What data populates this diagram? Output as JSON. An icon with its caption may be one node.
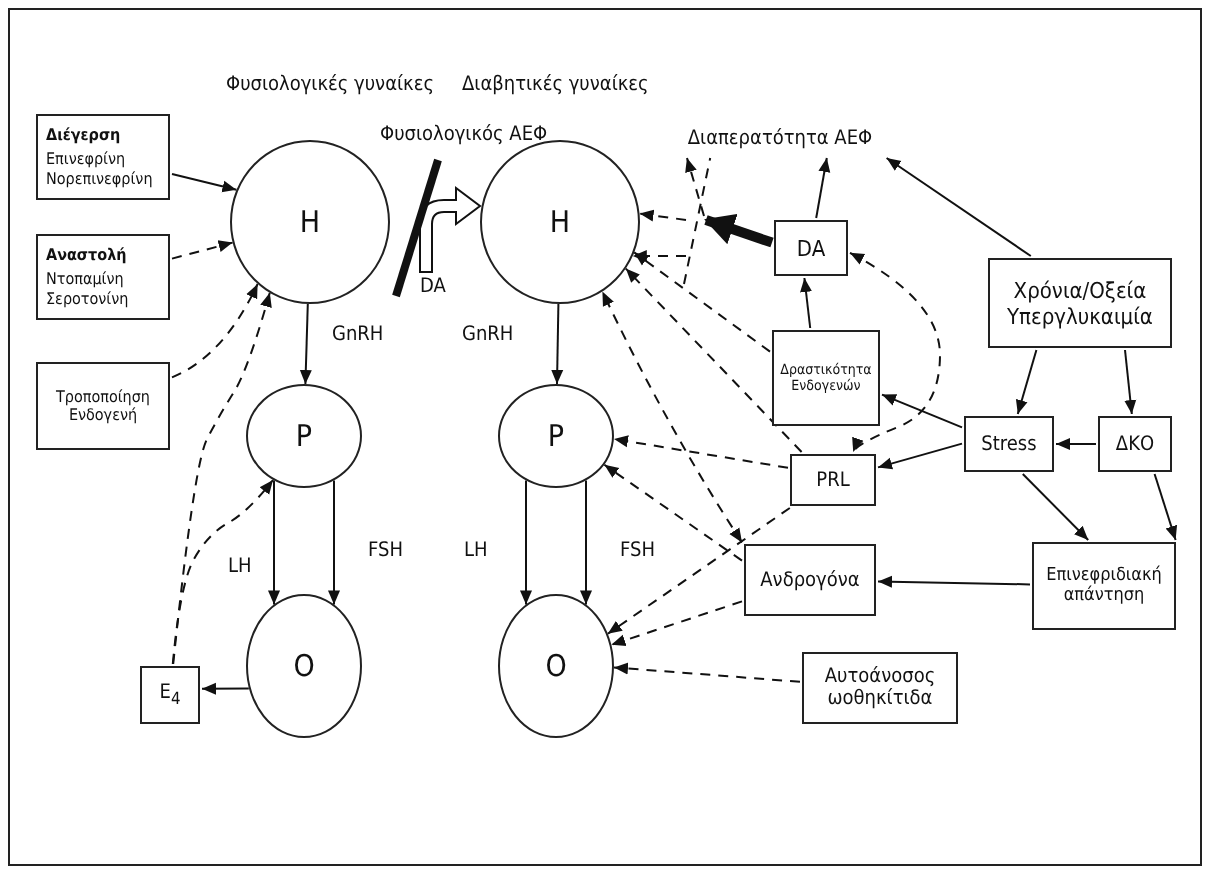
{
  "diagram": {
    "nodes": [
      {
        "text": [
          "Διέγερση",
          "Επινεφρίνη Νορεπινεφρίνη"
        ]
      },
      {
        "text": [
          "Αναστολή",
          "Ντοπαμίνη Σεροτονίνη"
        ]
      },
      {
        "text": [
          "Τροποποίηση Ενδογενή"
        ]
      },
      {
        "text": [
          "H"
        ]
      },
      {
        "text": [
          "P"
        ]
      },
      {
        "text": [
          "O"
        ]
      },
      {
        "text": [
          "E$_{4}$"
        ]
      },
      {
        "text": [
          "H"
        ]
      },
      {
        "text": [
          "P"
        ]
      },
      {
        "text": [
          "O"
        ]
      },
      {
        "text": [
          "DA"
        ]
      },
      {
        "text": [
          "Δραστικότητα Ενδογενών"
        ]
      },
      {
        "text": [
          "PRL"
        ]
      },
      {
        "text": [
          "Χρόνια/Οξεία Υπεργλυκαιμία"
        ]
      },
      {
        "text": [
          "Stress"
        ]
      },
      {
        "text": [
          "ΔΚΟ"
        ]
      },
      {
        "text": [
          "Ανδρογόνα"
        ]
      },
      {
        "text": [
          "Επινεφριδιακή απάντηση"
        ]
      },
      {
        "text": [
          "Αυτοάνοσος ωοθηκίτιδα"
        ]
      },
      {
        "text": [
          "Διαπερατότητα ΑΕΦ"
        ]
      }
    ],
    "edges": [
      {
        "from": 0,
        "to": 3,
        "arrow": "to"
      },
      {
        "from": 1,
        "to": 3,
        "arrow": "to",
        "style": "dashed"
      },
      {
        "from": 2,
        "to": 3,
        "arrow": "to",
        "style": "dashed"
      },
      {
        "from": 6,
        "to": 3,
        "arrow": "to",
        "style": "dashed"
      },
      {
        "from": 6,
        "to": 4,
        "arrow": "to",
        "style": "dashed"
      },
      {
        "from": 5,
        "to": 6,
        "arrow": "to"
      },
      {
        "from": 3,
        "to": 4,
        "arrow": "to",
        "label": "GnRH"
      },
      {
        "from": 4,
        "to": 5,
        "arrow": "to",
        "label": "LH"
      },
      {
        "from": 4,
        "to": 5,
        "arrow": "to",
        "label": "FSH"
      },
      {
        "from": 7,
        "to": 8,
        "arrow": "to",
        "label": "GnRH"
      },
      {
        "from": 8,
        "to": 9,
        "arrow": "to",
        "label": "LH"
      },
      {
        "from": 8,
        "to": 9,
        "arrow": "to",
        "label": "FSH"
      },
      {
        "from": 10,
        "to": 19,
        "arrow": "to"
      },
      {
        "from": 11,
        "to": 10,
        "arrow": "to"
      },
      {
        "from": 13,
        "to": 19,
        "arrow": "to"
      },
      {
        "from": 13,
        "to": 14,
        "arrow": "to"
      },
      {
        "from": 13,
        "to": 15,
        "arrow": "to"
      },
      {
        "from": 14,
        "to": 11,
        "arrow": "to"
      },
      {
        "from": 15,
        "to": 14,
        "arrow": "to"
      },
      {
        "from": 14,
        "to": 12,
        "arrow": "to"
      },
      {
        "from": 14,
        "to": 17,
        "arrow": "to"
      },
      {
        "from": 15,
        "to": 17,
        "arrow": "to"
      },
      {
        "from": 17,
        "to": 16,
        "arrow": "to"
      },
      {
        "from": 18,
        "to": 9,
        "arrow": "to",
        "style": "dashed"
      },
      {
        "from": 10,
        "to": 12,
        "arrow": "both",
        "style": "dashed"
      },
      {
        "from": 11,
        "to": 7,
        "arrow": "to",
        "style": "dashed"
      },
      {
        "from": 12,
        "to": 7,
        "arrow": "to",
        "style": "dashed"
      },
      {
        "from": 12,
        "to": 8,
        "arrow": "to",
        "style": "dashed"
      },
      {
        "from": 12,
        "to": 9,
        "arrow": "to",
        "style": "dashed"
      },
      {
        "from": 16,
        "to": 7,
        "arrow": "both",
        "style": "dashed"
      },
      {
        "from": 16,
        "to": 8,
        "arrow": "to",
        "style": "dashed"
      },
      {
        "from": 16,
        "to": 9,
        "arrow": "to",
        "style": "dashed"
      },
      {
        "from": 10,
        "to": 19,
        "arrow": "to",
        "style": "thick"
      },
      {
        "from": null,
        "to": 7,
        "arrow": "to",
        "style": "dashed"
      },
      {
        "from": null,
        "to": 7,
        "arrow": "to",
        "style": "dashed"
      },
      {
        "from": null,
        "to": 19,
        "arrow": "none",
        "style": "dashed"
      },
      {
        "from": null,
        "to": 19,
        "arrow": "to",
        "style": "dashed"
      },
      {
        "from": 3,
        "to": 7,
        "arrow": "to",
        "label": "DA"
      }
    ],
    "labels": [
      "Φυσιολογικές γυναίκες",
      "Διαβητικές γυναίκες",
      "Φυσιολογικός ΑΕΦ"
    ]
  }
}
